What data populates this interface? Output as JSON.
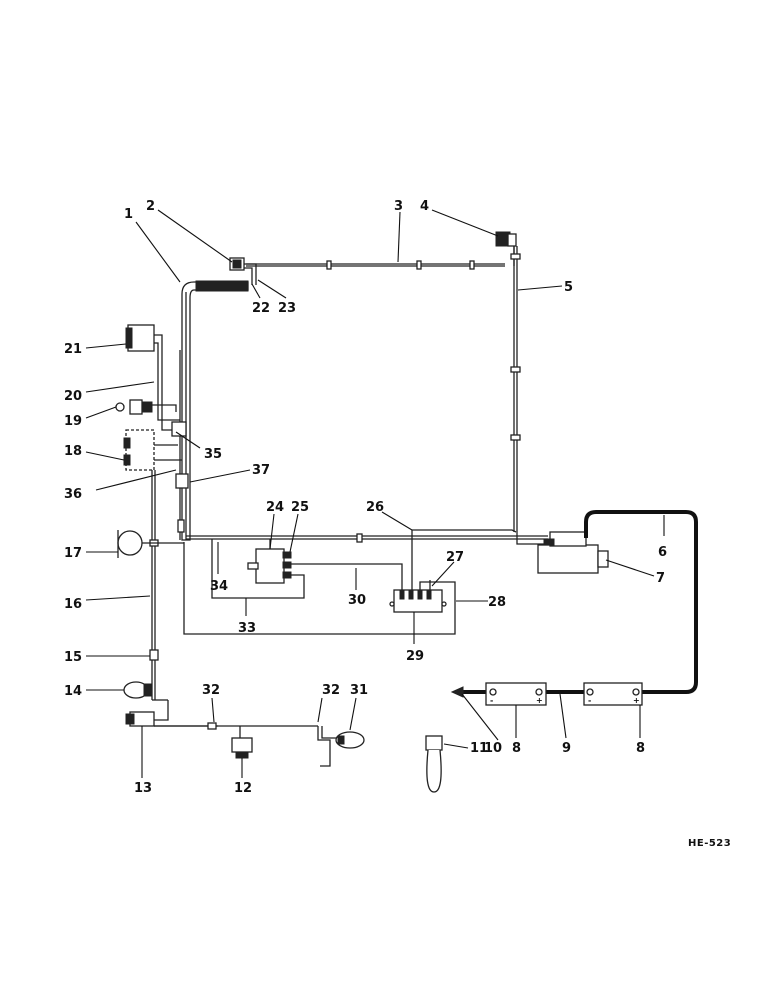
{
  "figure_code": "HE-523",
  "callouts": [
    {
      "id": "c1",
      "text": "1"
    },
    {
      "id": "c2",
      "text": "2"
    },
    {
      "id": "c3",
      "text": "3"
    },
    {
      "id": "c4",
      "text": "4"
    },
    {
      "id": "c5",
      "text": "5"
    },
    {
      "id": "c6",
      "text": "6"
    },
    {
      "id": "c7",
      "text": "7"
    },
    {
      "id": "c8a",
      "text": "8"
    },
    {
      "id": "c8b",
      "text": "8"
    },
    {
      "id": "c9",
      "text": "9"
    },
    {
      "id": "c10",
      "text": "10"
    },
    {
      "id": "c11",
      "text": "11"
    },
    {
      "id": "c12",
      "text": "12"
    },
    {
      "id": "c13",
      "text": "13"
    },
    {
      "id": "c14",
      "text": "14"
    },
    {
      "id": "c15",
      "text": "15"
    },
    {
      "id": "c16",
      "text": "16"
    },
    {
      "id": "c17",
      "text": "17"
    },
    {
      "id": "c18",
      "text": "18"
    },
    {
      "id": "c19",
      "text": "19"
    },
    {
      "id": "c20",
      "text": "20"
    },
    {
      "id": "c21",
      "text": "21"
    },
    {
      "id": "c22",
      "text": "22"
    },
    {
      "id": "c23",
      "text": "23"
    },
    {
      "id": "c24",
      "text": "24"
    },
    {
      "id": "c25",
      "text": "25"
    },
    {
      "id": "c26",
      "text": "26"
    },
    {
      "id": "c27",
      "text": "27"
    },
    {
      "id": "c28",
      "text": "28"
    },
    {
      "id": "c29",
      "text": "29"
    },
    {
      "id": "c30",
      "text": "30"
    },
    {
      "id": "c31",
      "text": "31"
    },
    {
      "id": "c32a",
      "text": "32"
    },
    {
      "id": "c32b",
      "text": "32"
    },
    {
      "id": "c33",
      "text": "33"
    },
    {
      "id": "c34",
      "text": "34"
    },
    {
      "id": "c35",
      "text": "35"
    },
    {
      "id": "c36",
      "text": "36"
    },
    {
      "id": "c37",
      "text": "37"
    }
  ],
  "battery_marks": {
    "minus": "-",
    "plus": "+"
  }
}
